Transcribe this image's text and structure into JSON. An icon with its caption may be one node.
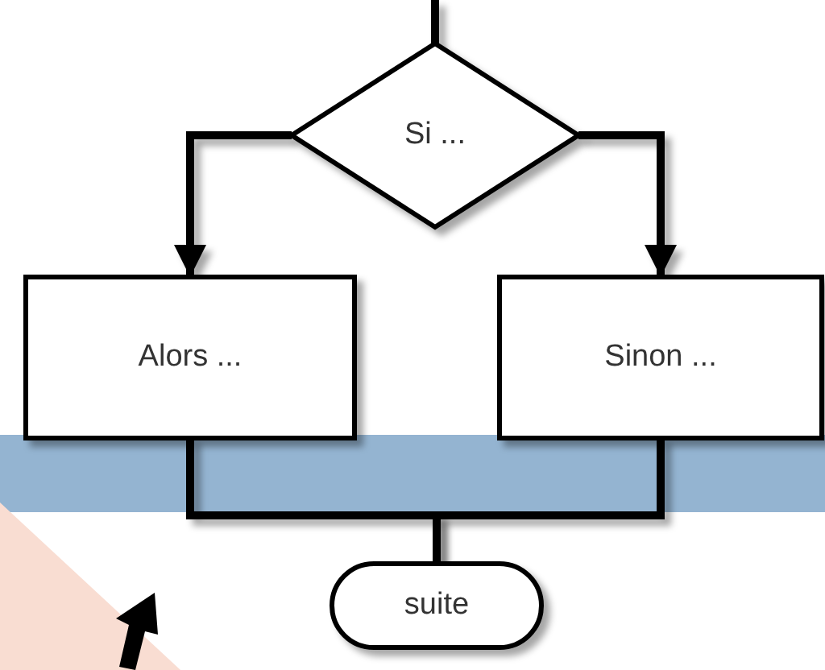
{
  "diagram": {
    "nodes": [
      {
        "text": [
          "Si ..."
        ]
      },
      {
        "text": [
          "Alors ..."
        ]
      },
      {
        "text": [
          "Sinon ..."
        ]
      },
      {
        "text": [
          "suite"
        ]
      }
    ],
    "edges": [
      {
        "from": null,
        "to": 0,
        "arrow": "none"
      },
      {
        "from": 0,
        "to": 1,
        "arrow": "to"
      },
      {
        "from": 0,
        "to": 2,
        "arrow": "to"
      },
      {
        "from": 1,
        "to": 3,
        "arrow": "none"
      },
      {
        "from": 2,
        "to": 3,
        "arrow": "none"
      }
    ]
  }
}
